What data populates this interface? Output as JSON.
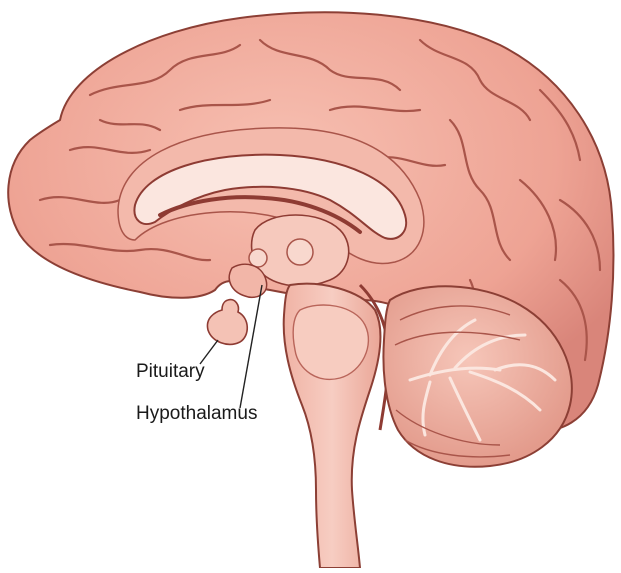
{
  "labels": {
    "pituitary": "Pituitary",
    "hypothalamus": "Hypothalamus"
  },
  "colors": {
    "background": "#ffffff",
    "cortex_fill": "#efa89a",
    "cortex_stroke": "#8c3f35",
    "sulci": "#a9554a",
    "inner_tissue": "#f6c9bd",
    "corpus_callosum": "#fbe6df",
    "ventricle": "#8e3b33",
    "cerebellum_fill": "#f0b2a4",
    "brainstem_fill": "#f3bdb0",
    "leader_line": "#222222",
    "label_text": "#1a1a1a"
  },
  "icons": {
    "main_figure": "brain-midsagittal-illustration"
  }
}
